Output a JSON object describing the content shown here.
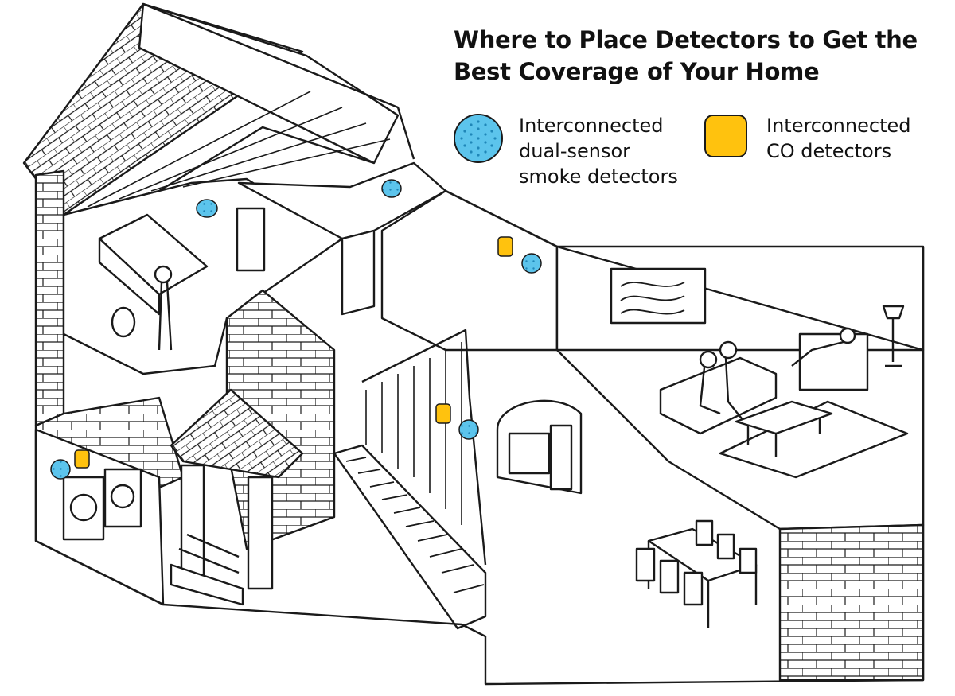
{
  "title": "Where to Place Detectors to Get the Best Coverage of Your Home",
  "legend": {
    "smoke": {
      "label": "Interconnected dual-sensor smoke detectors",
      "icon": "smoke-detector-icon",
      "color": "#5cc4ec"
    },
    "co": {
      "label": "Interconnected CO detectors",
      "icon": "co-detector-icon",
      "color": "#ffc20e"
    }
  },
  "colors": {
    "line": "#1a1a1a",
    "background": "#ffffff"
  }
}
